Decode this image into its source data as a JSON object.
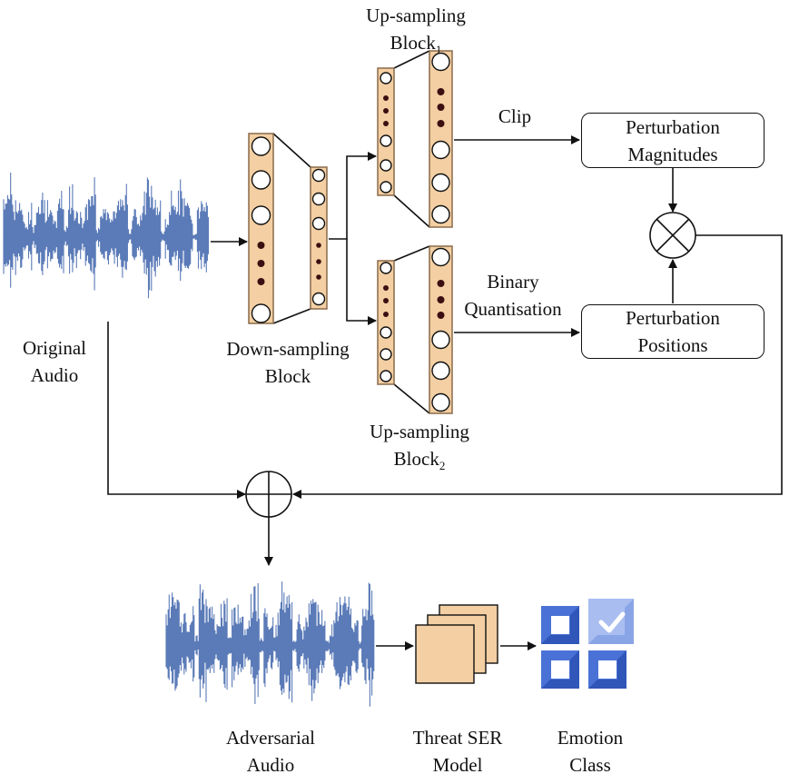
{
  "labels": {
    "original_audio": [
      "Original",
      "Audio"
    ],
    "downsampling": [
      "Down-sampling",
      "Block"
    ],
    "upsampling1": {
      "line1": "Up-sampling",
      "line2": "Block",
      "sub": "1"
    },
    "upsampling2": {
      "line1": "Up-sampling",
      "line2": "Block",
      "sub": "2"
    },
    "clip": "Clip",
    "binary_quantisation": [
      "Binary",
      "Quantisation"
    ],
    "perturbation_magnitudes": [
      "Perturbation",
      "Magnitudes"
    ],
    "perturbation_positions": [
      "Perturbation",
      "Positions"
    ],
    "adversarial_audio": [
      "Adversarial",
      "Audio"
    ],
    "threat_ser_model": [
      "Threat SER",
      "Model"
    ],
    "emotion_class": [
      "Emotion",
      "Class"
    ]
  },
  "colors": {
    "waveform": "#5b7bb8",
    "layer_fill": "#f3cfa3",
    "layer_stroke": "#8a6a4a",
    "dot": "#3a0f12",
    "emotion_blue": "#4a72d6",
    "emotion_light": "#a9bdf0",
    "line": "#111111"
  },
  "icons": [
    "multiply-circle-icon",
    "plus-circle-icon",
    "emotion-grid-icon",
    "checkmark-icon"
  ]
}
